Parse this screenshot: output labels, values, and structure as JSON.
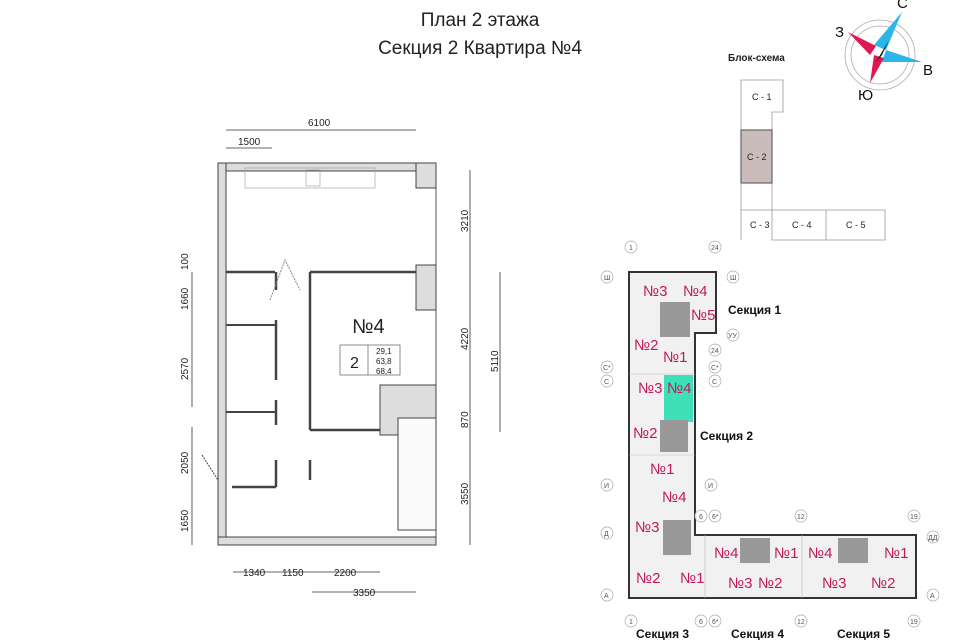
{
  "header": {
    "line1": "План 2 этажа",
    "line2": "Секция 2 Квартира №4"
  },
  "plan": {
    "apartment": "№4",
    "rooms": "2",
    "area_living": "29,1",
    "area_total": "63,8",
    "area_with_balcony": "68,4",
    "dims": {
      "top_total": "6100",
      "top_part": "1500",
      "right": [
        "3210",
        "4220",
        "870",
        "3550"
      ],
      "right_outer": "5110",
      "left": [
        "100",
        "1660",
        "2570",
        "2050",
        "1650"
      ],
      "bottom": [
        "1340",
        "1150",
        "2200"
      ],
      "bottom_outer": "3350"
    }
  },
  "compass": {
    "n": "С",
    "s": "Ю",
    "w": "З",
    "e": "В",
    "colors": {
      "north": "#2bb5e8",
      "south": "#e0184f"
    }
  },
  "block_scheme": {
    "title": "Блок-схема",
    "sections": [
      "С - 1",
      "С - 2",
      "С - 3",
      "С - 4",
      "С - 5"
    ],
    "highlight": "#cbbcbc"
  },
  "key_plan": {
    "sections": [
      "Секция 1",
      "Секция 2",
      "Секция 3",
      "Секция 4",
      "Секция 5"
    ],
    "grid": {
      "top": [
        "1",
        "24"
      ],
      "s1": [
        "Ш",
        "Ш",
        "УУ",
        "24"
      ],
      "s2": [
        "С*",
        "С",
        "С*",
        "С"
      ],
      "mid": [
        "И",
        "И",
        "Д",
        "6",
        "6*",
        "12",
        "19",
        "ДД",
        "А",
        "А"
      ],
      "bottom": [
        "1",
        "6",
        "6*",
        "12",
        "19"
      ]
    },
    "apartments": {
      "s1": [
        "№3",
        "№4",
        "№5",
        "№2",
        "№1"
      ],
      "s2": [
        "№3",
        "№4",
        "№2",
        "№1"
      ],
      "s3": [
        "№4",
        "№3",
        "№2",
        "№1"
      ],
      "s4": [
        "№4",
        "№1",
        "№3",
        "№2"
      ],
      "s5": [
        "№4",
        "№1",
        "№3",
        "№2"
      ]
    },
    "highlight_color": "#3fe0b8"
  }
}
